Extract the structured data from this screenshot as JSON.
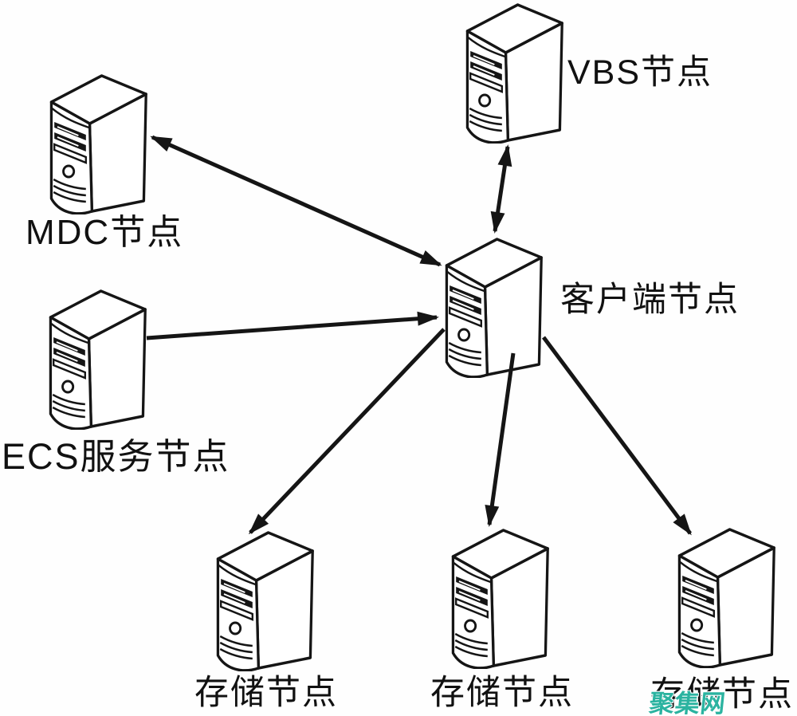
{
  "diagram": {
    "type": "network-topology",
    "nodes": {
      "vbs": {
        "label": "VBS节点"
      },
      "mdc": {
        "label": "MDC节点"
      },
      "ecs": {
        "label": "ECS服务节点"
      },
      "client": {
        "label": "客户端节点"
      },
      "storage1": {
        "label": "存储节点"
      },
      "storage2": {
        "label": "存储节点"
      },
      "storage3": {
        "label": "存储节点"
      }
    },
    "edges": [
      {
        "from": "client",
        "to": "mdc",
        "direction": "bidirectional"
      },
      {
        "from": "client",
        "to": "vbs",
        "direction": "bidirectional"
      },
      {
        "from": "ecs",
        "to": "client",
        "direction": "one-way"
      },
      {
        "from": "client",
        "to": "storage1",
        "direction": "one-way"
      },
      {
        "from": "client",
        "to": "storage2",
        "direction": "one-way"
      },
      {
        "from": "client",
        "to": "storage3",
        "direction": "one-way"
      }
    ],
    "colors": {
      "line": "#151515",
      "text": "#111111",
      "background": "#ffffff"
    }
  },
  "watermark": {
    "text": "聚集网",
    "color": "#2bb3a0"
  }
}
